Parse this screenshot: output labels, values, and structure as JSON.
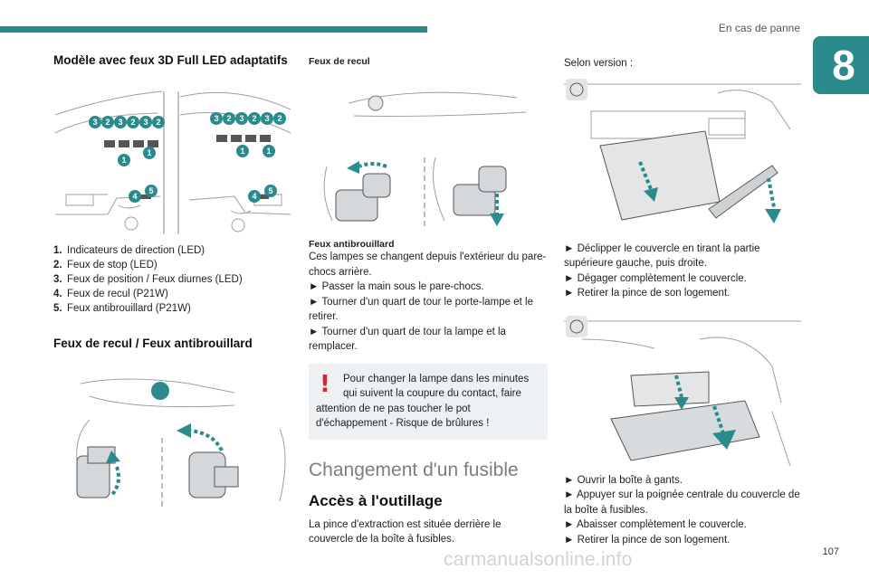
{
  "header": {
    "section": "En cas de panne",
    "chapter": "8"
  },
  "col1": {
    "heading": "Modèle avec feux 3D Full LED adaptatifs",
    "callouts_top": [
      "3",
      "2",
      "3",
      "2",
      "3",
      "2"
    ],
    "callouts_mid": [
      "1",
      "1"
    ],
    "callouts_low": [
      "4",
      "5"
    ],
    "legend": [
      {
        "num": "1.",
        "text": "Indicateurs de direction (LED)"
      },
      {
        "num": "2.",
        "text": "Feux de stop (LED)"
      },
      {
        "num": "3.",
        "text": "Feux de position / Feux diurnes (LED)"
      },
      {
        "num": "4.",
        "text": "Feux de recul (P21W)"
      },
      {
        "num": "5.",
        "text": "Feux antibrouillard (P21W)"
      }
    ],
    "subheading": "Feux de recul / Feux antibrouillard"
  },
  "col2": {
    "heading": "Feux de recul",
    "subhead": "Feux antibrouillard",
    "intro": "Ces lampes se changent depuis l'extérieur du pare-chocs arrière.",
    "steps": [
      "► Passer la main sous le pare-chocs.",
      "► Tourner d'un quart de tour le porte-lampe et le retirer.",
      "► Tourner d'un quart de tour la lampe et la remplacer."
    ],
    "warning": {
      "line1": "Pour changer la lampe dans les minutes",
      "line2": "qui suivent la coupure du contact, faire",
      "rest": "attention de ne pas toucher le pot d'échappement - Risque de brûlures !"
    },
    "big_title": "Changement d'un fusible",
    "h2": "Accès à l'outillage",
    "body": "La pince d'extraction est située derrière le couvercle de la boîte à fusibles."
  },
  "col3": {
    "intro": "Selon version :",
    "steps_a": [
      "► Déclipper le couvercle en tirant la partie supérieure gauche, puis droite.",
      "► Dégager complètement le couvercle.",
      "► Retirer la pince de son logement."
    ],
    "steps_b": [
      "► Ouvrir la boîte à gants.",
      "► Appuyer sur la poignée centrale du couvercle de la boîte à fusibles.",
      "► Abaisser complètement le couvercle.",
      "► Retirer la pince de son logement."
    ]
  },
  "footer": {
    "page": "107",
    "watermark": "carmanualsonline.info"
  },
  "colors": {
    "accent": "#2a8a8c",
    "warning": "#d9232e",
    "box_bg": "#eef1f3"
  }
}
